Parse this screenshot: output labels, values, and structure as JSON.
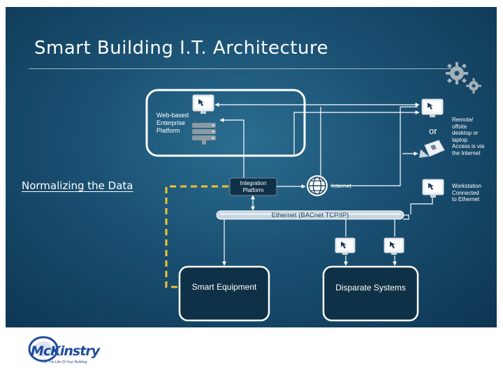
{
  "title": "Smart Building I.T. Architecture",
  "labels": {
    "web_platform": [
      "Web-based",
      "Enterprise",
      "Platform"
    ],
    "or": "or",
    "remote": [
      "Remote/",
      "offsite",
      "desktop or",
      "laptop.",
      "Access is via",
      "the Internet"
    ],
    "normalizing": "Normalizing the Data",
    "integration": [
      "Integration",
      "Platform"
    ],
    "internet": "Internet",
    "workstation": [
      "Workstation",
      "Connected",
      "to Ethernet"
    ],
    "ethernet": "Ethernet (BACnet TCP/IP)",
    "smart_equipment": "Smart Equipment",
    "disparate_systems": "Disparate Systems"
  },
  "logo": {
    "name": "McKinstry",
    "tagline": "For The Life Of Your Building"
  },
  "colors": {
    "background": "#1a5072",
    "dashed_link": "#f2c230",
    "box_stroke": "#ffffff",
    "logo": "#1f4b9c"
  }
}
